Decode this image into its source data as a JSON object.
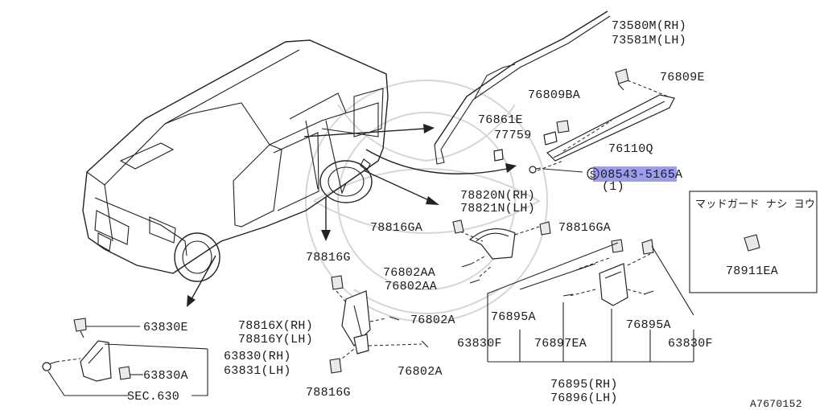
{
  "diagram_id": "A7670152",
  "inset_title": "マッドガード ナシ ヨウ",
  "highlight_part": "08543-5165A",
  "highlight_prefix": "S",
  "highlight_qty": "(1)",
  "labels": {
    "p73580M": "73580M(RH)",
    "p73581M": "73581M(LH)",
    "p76809E": "76809E",
    "p76809BA": "76809BA",
    "p76861E": "76861E",
    "p77759": "77759",
    "p76110Q": "76110Q",
    "p78820N": "78820N(RH)",
    "p78821N": "78821N(LH)",
    "p78816GA_l": "78816GA",
    "p78816GA_r": "78816GA",
    "p76802AA_a": "76802AA",
    "p76802AA_b": "76802AA",
    "p78816G_top": "78816G",
    "p78816X": "78816X(RH)",
    "p78816Y": "78816Y(LH)",
    "p76802A_a": "76802A",
    "p76802A_b": "76802A",
    "p78816G_bot": "78816G",
    "p63830E": "63830E",
    "p63830": "63830(RH)",
    "p63831": "63831(LH)",
    "p63830A": "63830A",
    "sec630": "SEC.630",
    "p76895A_l": "76895A",
    "p76895A_r": "76895A",
    "p63830F_l": "63830F",
    "p63830F_r": "63830F",
    "p76897EA": "76897EA",
    "p76895": "76895(RH)",
    "p76896": "76896(LH)",
    "p78911EA": "78911EA"
  },
  "colors": {
    "highlight": "#9d9df0",
    "line": "#222222",
    "watermark": "#d6d6d6"
  }
}
